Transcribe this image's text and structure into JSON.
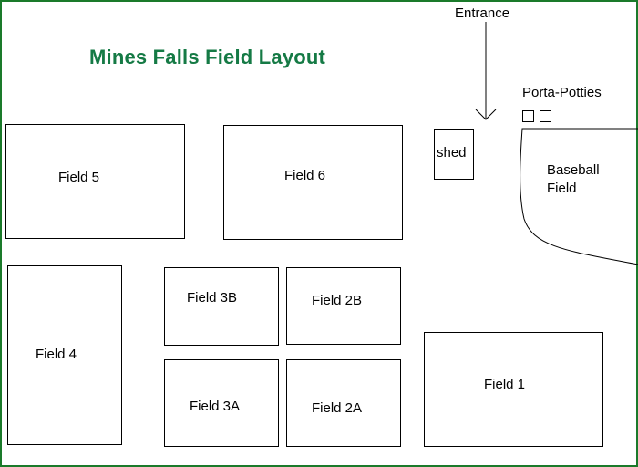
{
  "title": "Mines Falls Field Layout",
  "colors": {
    "title": "#157a45",
    "frame": "#1a7a2a",
    "lines": "#000000"
  },
  "entrance": {
    "label": "Entrance"
  },
  "porta_potties": {
    "label": "Porta-Potties",
    "count": 2
  },
  "shed": {
    "label": "shed"
  },
  "baseball": {
    "line1": "Baseball",
    "line2": "Field"
  },
  "fields": {
    "f5": "Field 5",
    "f6": "Field 6",
    "f4": "Field 4",
    "f3b": "Field 3B",
    "f2b": "Field 2B",
    "f3a": "Field 3A",
    "f2a": "Field 2A",
    "f1": "Field 1"
  }
}
